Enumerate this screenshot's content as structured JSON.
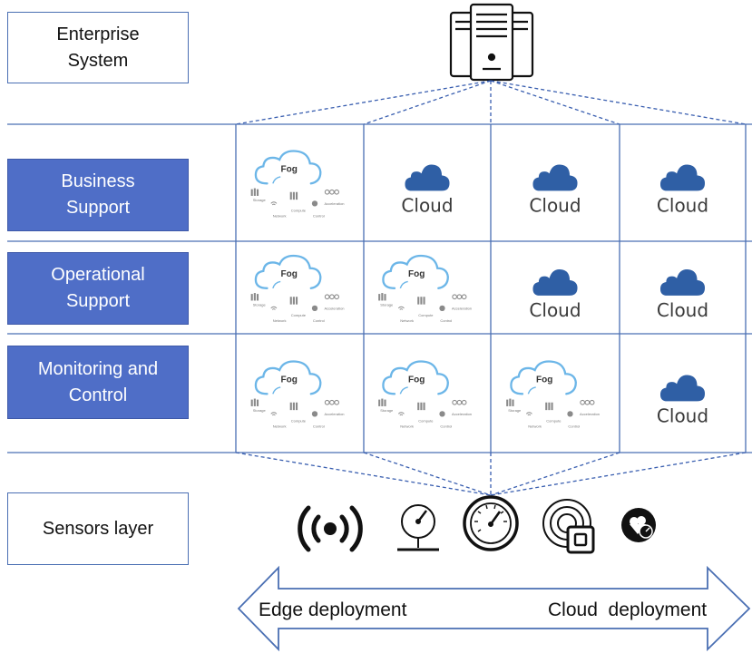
{
  "layers": {
    "enterprise": "Enterprise\nSystem",
    "business": "Business\nSupport",
    "operational": "Operational\nSupport",
    "monitoring": "Monitoring and\nControl",
    "sensors": "Sensors layer"
  },
  "cells": {
    "fog_label": "Fog",
    "cloud_label": "Cloud",
    "fog_icons": [
      "Storage",
      "Network",
      "Compute",
      "Control",
      "Acceleration"
    ],
    "grid": [
      [
        "fog",
        "cloud",
        "cloud",
        "cloud"
      ],
      [
        "fog",
        "fog",
        "cloud",
        "cloud"
      ],
      [
        "fog",
        "fog",
        "fog",
        "cloud"
      ]
    ]
  },
  "sensor_icons": [
    "wireless-signal-icon",
    "pressure-gauge-icon",
    "speedometer-icon",
    "rfid-tag-icon",
    "dashboard-gauge-icon"
  ],
  "arrow": {
    "left_label": "Edge deployment",
    "right_label": "Cloud  deployment"
  },
  "colors": {
    "layer_blue": "#4f6ec7",
    "cloud_blue": "#2f5fa5",
    "fog_outline": "#6cb6e8",
    "grid_line": "#4a6fb3"
  }
}
